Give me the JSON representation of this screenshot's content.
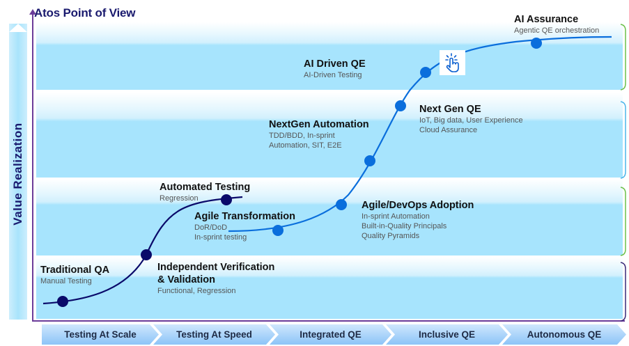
{
  "title": "Atos Point of View",
  "y_axis_label": "Value Realization",
  "milestones": [
    {
      "id": "traditional-qa",
      "heading": "Traditional QA",
      "sub": [
        "Manual Testing"
      ],
      "series": "early"
    },
    {
      "id": "ivv",
      "heading": "Independent Verification & Validation",
      "heading_lines": [
        "Independent Verification",
        "& Validation"
      ],
      "sub": [
        "Functional, Regression"
      ],
      "series": "early"
    },
    {
      "id": "automated-testing",
      "heading": "Automated Testing",
      "sub": [
        "Regression"
      ],
      "series": "early"
    },
    {
      "id": "agile-transformation",
      "heading": "Agile Transformation",
      "sub": [
        "DoR/DoD",
        "In-sprint testing"
      ],
      "series": "modern"
    },
    {
      "id": "agile-devops",
      "heading": "Agile/DevOps Adoption",
      "sub": [
        "In-sprint Automation",
        "Built-in-Quality Principals",
        "Quality Pyramids"
      ],
      "series": "modern"
    },
    {
      "id": "nextgen-automation",
      "heading": "NextGen Automation",
      "sub": [
        "TDD/BDD, In-sprint",
        "Automation, SIT, E2E"
      ],
      "series": "modern"
    },
    {
      "id": "next-gen-qe",
      "heading": "Next Gen QE",
      "sub": [
        "IoT, Big data, User Experience",
        "Cloud Assurance"
      ],
      "series": "modern"
    },
    {
      "id": "ai-driven-qe",
      "heading": "AI Driven QE",
      "sub": [
        "AI-Driven Testing"
      ],
      "series": "modern"
    },
    {
      "id": "ai-assurance",
      "heading": "AI Assurance",
      "sub": [
        "Agentic QE orchestration"
      ],
      "series": "modern"
    }
  ],
  "phases": [
    "Testing At Scale",
    "Testing At Speed",
    "Integrated QE",
    "Inclusive QE",
    "Autonomous QE"
  ],
  "icons": {
    "cursor": "hand-pointer-click-icon"
  },
  "colors": {
    "title": "#1a1a6e",
    "axis": "#6b3c99",
    "early_curve": "#0a0a6a",
    "modern_curve": "#0a6edc",
    "band": "#a7e4fd",
    "brace_green": "#6cc04a",
    "brace_blue": "#4cb5ea",
    "brace_purple": "#3a2a7a"
  }
}
